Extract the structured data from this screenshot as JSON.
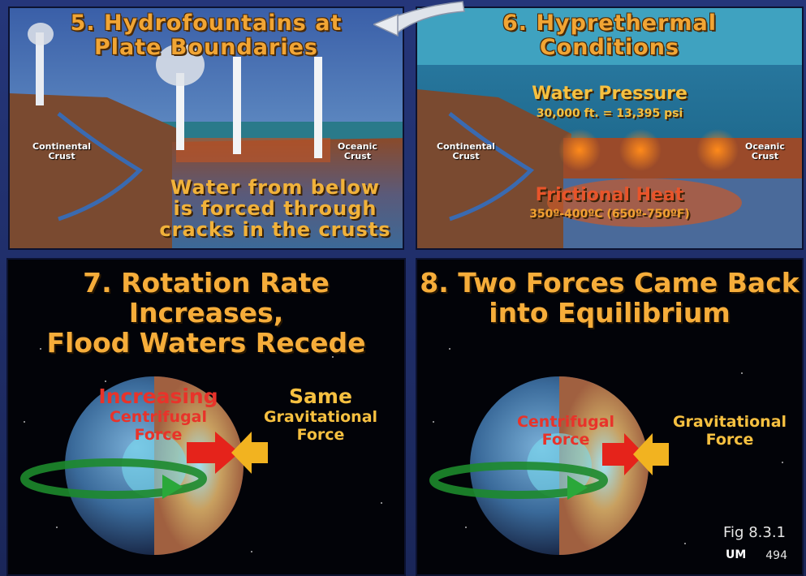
{
  "panel5": {
    "title_line1": "5.  Hydrofountains at",
    "title_line2": "Plate Boundaries",
    "left_label_line1": "Continental",
    "left_label_line2": "Crust",
    "right_label_line1": "Oceanic",
    "right_label_line2": "Crust",
    "caption_line1": "Water from below",
    "caption_line2": "is forced through",
    "caption_line3": "cracks in the crusts"
  },
  "panel6": {
    "title_line1": "6.  Hyprethermal",
    "title_line2": "Conditions",
    "pressure_title": "Water Pressure",
    "pressure_value": "30,000 ft. = 13,395 psi",
    "left_label_line1": "Continental",
    "left_label_line2": "Crust",
    "right_label_line1": "Oceanic",
    "right_label_line2": "Crust",
    "heat_title": "Frictional Heat",
    "heat_value": "350º-400ºC  (650º-750ºF)"
  },
  "panel7": {
    "title_line1": "7. Rotation Rate Increases,",
    "title_line2": "Flood Waters Recede",
    "left_word1": "Increasing",
    "left_word2": "Centrifugal",
    "left_word3": "Force",
    "right_word1": "Same",
    "right_word2": "Gravitational",
    "right_word3": "Force"
  },
  "panel8": {
    "title_line1": "8.  Two Forces Came Back",
    "title_line2": "into Equilibrium",
    "left_word1": "Centrifugal",
    "left_word2": "Force",
    "right_word1": "Gravitational",
    "right_word2": "Force",
    "figure_label": "Fig 8.3.1",
    "logo": "UM",
    "page_number": "494"
  },
  "colors": {
    "title_orange": "#f1a534",
    "increasing_red": "#e8332a",
    "arrow_red": "#e5231b",
    "arrow_yellow": "#f2b320",
    "rotation_green": "#1d8a2c"
  }
}
